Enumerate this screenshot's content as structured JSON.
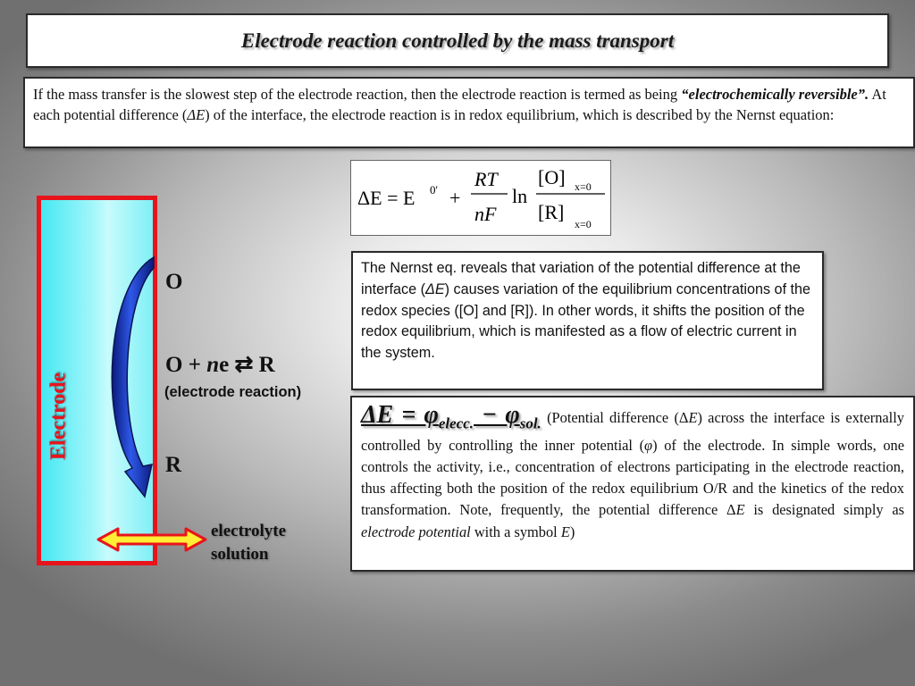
{
  "title": "Electrode reaction controlled by the mass transport",
  "intro": {
    "part1": "If the mass transfer is the slowest step of the electrode reaction, then the electrode reaction is termed as being ",
    "emphasis": "“electrochemically reversible”.",
    "part2": " At each potential difference (",
    "delta_e": "ΔE",
    "part3": ") of the interface, the electrode reaction is in redox equilibrium, which is described by the Nernst equation:"
  },
  "nernst_equation": {
    "lhs": "ΔE = E",
    "superscript": "0'",
    "plus": "+",
    "numerator": "RT",
    "denominator": "nF",
    "ln": "ln",
    "conc_top": "[O]",
    "conc_bottom": "[R]",
    "subscript": "x=0"
  },
  "nernst_explanation": {
    "part1": "The Nernst eq. reveals that variation of the potential difference at the interface (",
    "delta_e": "ΔE",
    "part2": ") causes variation of the equilibrium concentrations of the redox species ([O] and [R]). In other words, it shifts the position of the redox equilibrium, which is manifested as a flow of electric current in the system."
  },
  "potential_definition": {
    "eq_lhs": "ΔE = φ",
    "eq_sub1": "elecc.",
    "eq_minus": " − φ",
    "eq_sub2": "sol.",
    "text1": " (Potential difference (Δ",
    "e1": "E",
    "text2": ") across the interface is externally controlled by controlling the inner potential (",
    "phi": "φ",
    "text3": ") of the electrode. In simple words, one controls the activity, i.e., concentration of electrons participating in the electrode reaction, thus affecting both the position of the redox equilibrium O/R and the kinetics of the redox transformation. Note, frequently, the potential difference Δ",
    "e2": "E",
    "text4": " is designated simply as ",
    "electrode_potential": "electrode potential",
    "text5": " with a symbol ",
    "e3": "E",
    "text6": ")"
  },
  "diagram": {
    "electrode_label": "Electrode",
    "species_o": "O",
    "reaction_o": "O + ",
    "reaction_n": "n",
    "reaction_rest": "e ⇄ R",
    "reaction_caption": "(electrode reaction)",
    "species_r": "R",
    "electrolyte_line1": "electrolyte",
    "electrolyte_line2": "solution",
    "colors": {
      "electrode_border": "#e8141c",
      "electrode_fill": "#7ff0f6",
      "curved_arrow": "#1f3fc8",
      "double_arrow_fill": "#ffee33",
      "double_arrow_border": "#e8141c"
    }
  }
}
